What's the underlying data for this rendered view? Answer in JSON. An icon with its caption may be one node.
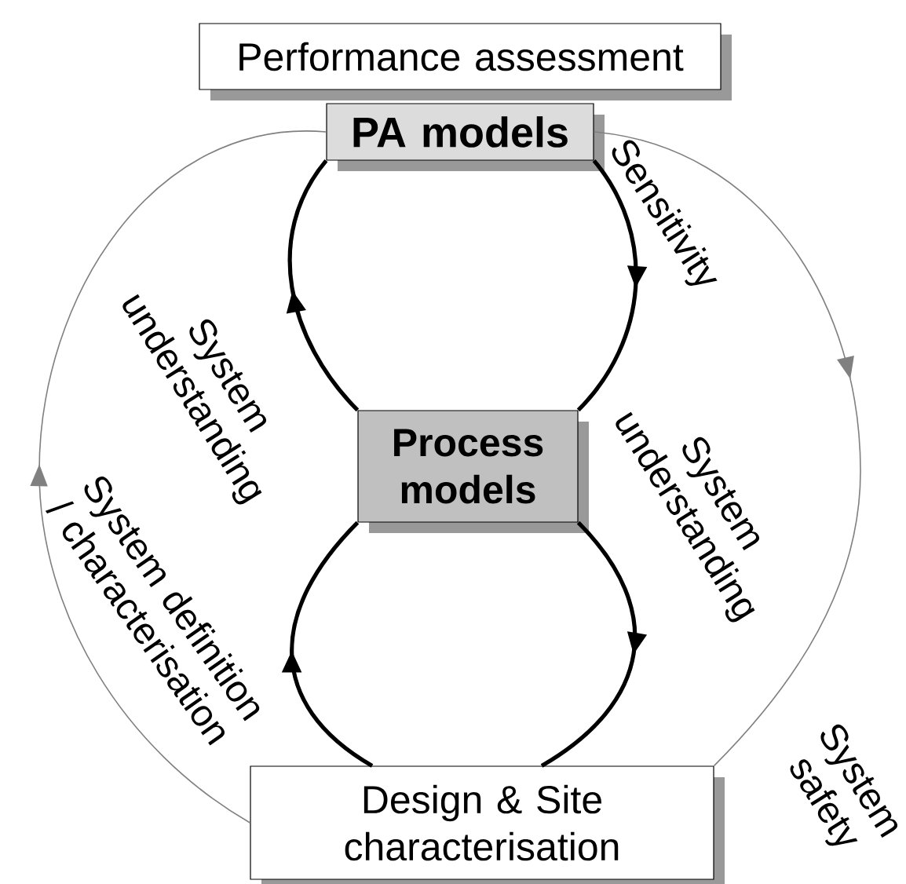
{
  "diagram": {
    "nodes": [
      {
        "text": [
          "Performance assessment"
        ]
      },
      {
        "text": [
          "PA models"
        ]
      },
      {
        "text": [
          "Process models"
        ]
      },
      {
        "text": [
          "Design & Site characterisation"
        ]
      }
    ],
    "edges": [
      {
        "from": 1,
        "to": 2,
        "arrow": "to",
        "label": "Sensitivity"
      },
      {
        "from": 2,
        "to": 1,
        "arrow": "to",
        "label": "System understanding"
      },
      {
        "from": 2,
        "to": 3,
        "arrow": "to",
        "label": "System understanding"
      },
      {
        "from": 3,
        "to": 2,
        "arrow": "to",
        "label": "System definition / characterisation"
      },
      {
        "from": 1,
        "to": 3,
        "arrow": "to",
        "label": "System safety",
        "color": "#808080"
      },
      {
        "from": 3,
        "to": 1,
        "arrow": "to",
        "color": "#808080"
      }
    ]
  }
}
